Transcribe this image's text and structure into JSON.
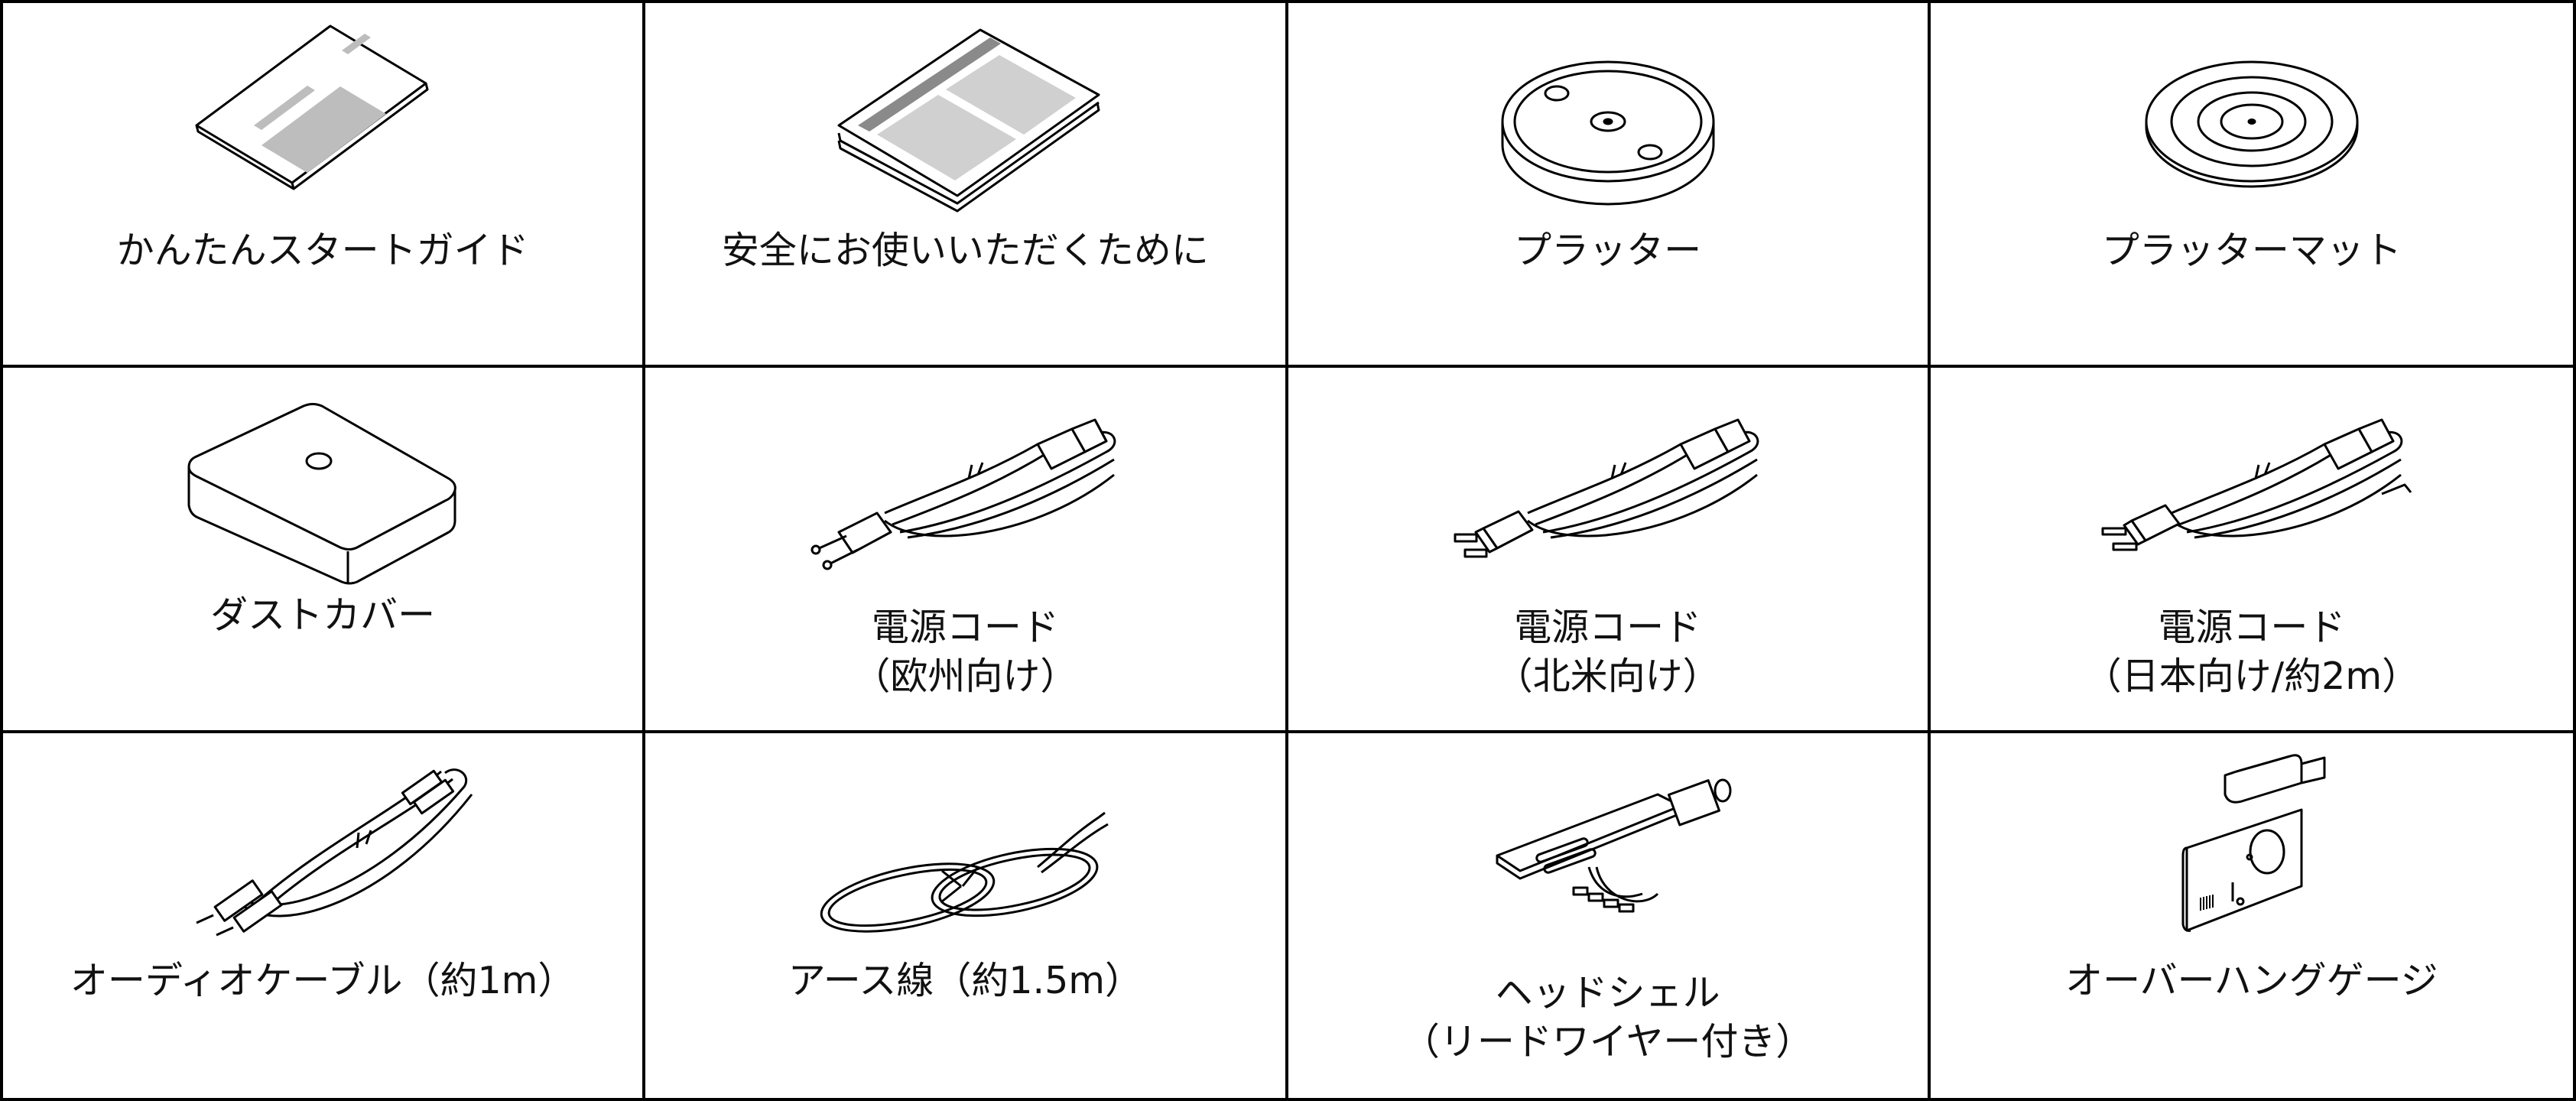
{
  "items": [
    {
      "line1": "かんたんスタートガイド",
      "line2": "",
      "icon": "quick-start-guide-icon"
    },
    {
      "line1": "安全にお使いいただくために",
      "line2": "",
      "icon": "safety-booklet-icon"
    },
    {
      "line1": "プラッター",
      "line2": "",
      "icon": "platter-icon"
    },
    {
      "line1": "プラッターマット",
      "line2": "",
      "icon": "platter-mat-icon"
    },
    {
      "line1": "ダストカバー",
      "line2": "",
      "icon": "dust-cover-icon"
    },
    {
      "line1": "電源コード",
      "line2": "（欧州向け）",
      "icon": "power-cord-eu-icon"
    },
    {
      "line1": "電源コード",
      "line2": "（北米向け）",
      "icon": "power-cord-na-icon"
    },
    {
      "line1": "電源コード",
      "line2": "（日本向け/約2m）",
      "icon": "power-cord-jp-icon"
    },
    {
      "line1": "オーディオケーブル（約1m）",
      "line2": "",
      "icon": "audio-cable-icon"
    },
    {
      "line1": "アース線（約1.5m）",
      "line2": "",
      "icon": "ground-wire-icon"
    },
    {
      "line1": "ヘッドシェル",
      "line2": "（リードワイヤー付き）",
      "icon": "headshell-icon"
    },
    {
      "line1": "オーバーハングゲージ",
      "line2": "",
      "icon": "overhang-gauge-icon"
    }
  ]
}
